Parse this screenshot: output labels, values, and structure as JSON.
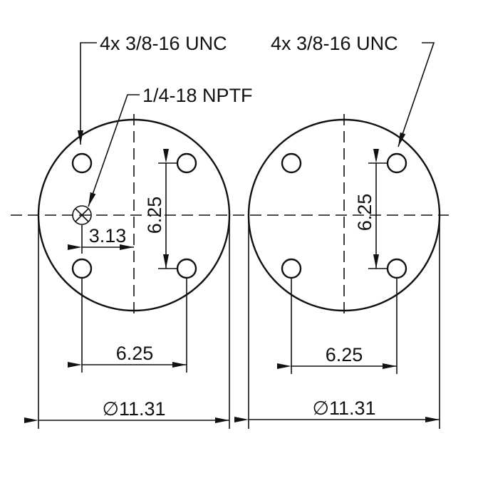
{
  "left_view": {
    "bolt_callout": "4x 3/8-16 UNC",
    "port_callout": "1/4-18 NPTF",
    "port_offset_dim": "3.13",
    "vertical_bolt_spacing_dim": "6.25",
    "horizontal_bolt_spacing_dim": "6.25",
    "diameter_dim": "∅11.31"
  },
  "right_view": {
    "bolt_callout": "4x 3/8-16 UNC",
    "vertical_bolt_spacing_dim": "6.25",
    "horizontal_bolt_spacing_dim": "6.25",
    "diameter_dim": "∅11.31"
  },
  "line_color": "#111111"
}
